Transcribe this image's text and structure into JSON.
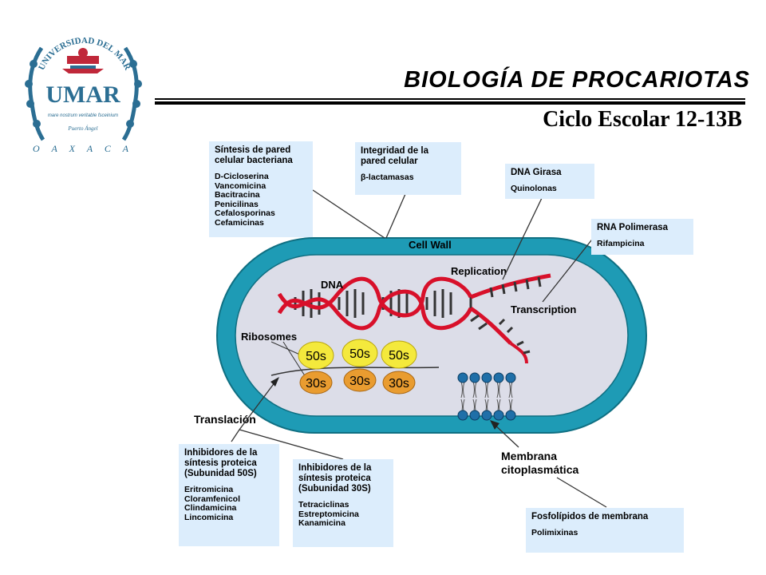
{
  "header": {
    "title": "BIOLOGÍA DE PROCARIOTAS",
    "subtitle": "Ciclo Escolar 12-13B"
  },
  "logo": {
    "institution": "UNIVERSIDAD DEL MAR",
    "monogram": "UMAR",
    "motto": "mare nostrum veritable fsceinium",
    "place": "Puerto Ángel",
    "state": "O A X A C A"
  },
  "diagram": {
    "labels": {
      "cell_wall": "Cell Wall",
      "dna": "DNA",
      "replication": "Replication",
      "transcription": "Transcription",
      "ribosomes": "Ribosomes",
      "translation": "Translación",
      "membrane_line1": "Membrana",
      "membrane_line2": "citoplasmática"
    },
    "ribosome_large": [
      "50s",
      "50s",
      "50s"
    ],
    "ribosome_small": [
      "30s",
      "30s",
      "30s"
    ]
  },
  "boxes": {
    "cell_wall_synthesis": {
      "title_line1": "Síntesis de pared",
      "title_line2": "celular bacteriana",
      "items": [
        "D-Cicloserina",
        "Vancomicina",
        "Bacitracina",
        "Penicilinas",
        "Cefalosporinas",
        "Cefamicinas"
      ]
    },
    "cell_wall_integrity": {
      "title_line1": "Integridad de la",
      "title_line2": "pared celular",
      "items": [
        "β-lactamasas"
      ]
    },
    "dna_gyrase": {
      "title": "DNA Girasa",
      "items": [
        "Quinolonas"
      ]
    },
    "rna_polymerase": {
      "title": "RNA Polimerasa",
      "items": [
        "Rifampicina"
      ]
    },
    "inhibitors_50s": {
      "title_line1": "Inhibidores de la",
      "title_line2": "síntesis proteica",
      "title_line3": "(Subunidad 50S)",
      "items": [
        "Eritromicina",
        "Cloramfenicol",
        "Clindamicina",
        "Lincomicina"
      ]
    },
    "inhibitors_30s": {
      "title_line1": "Inhibidores de la",
      "title_line2": "síntesis proteica",
      "title_line3": "(Subunidad 30S)",
      "items": [
        "Tetraciclinas",
        "Estreptomicina",
        "Kanamicina"
      ]
    },
    "membrane_phospholipids": {
      "title": "Fosfolípidos de membrana",
      "items": [
        "Polimixinas"
      ]
    }
  },
  "colors": {
    "cell_wall": "#1e9bb5",
    "cytoplasm": "#dcdde8",
    "dna": "#d8102a",
    "ribosome_50s": "#f4e93c",
    "ribosome_30s": "#e99c30",
    "membrane_head": "#1f6fa8",
    "box_fill": "#dcedfc",
    "logo_blue": "#2b6e93",
    "logo_red": "#c0283a"
  }
}
